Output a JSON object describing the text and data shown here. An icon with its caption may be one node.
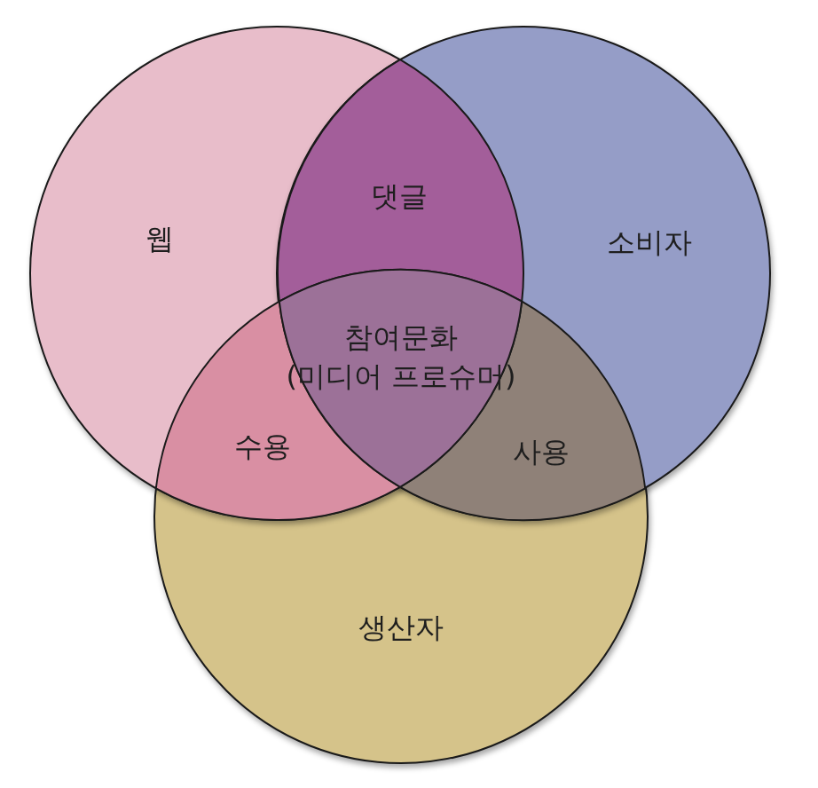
{
  "diagram": {
    "nodes": [
      {
        "text": [
          "댓글"
        ]
      },
      {
        "text": [
          "웹"
        ]
      },
      {
        "text": [
          "소비자"
        ]
      },
      {
        "text": [
          "참여문화 (미디어 프로슈머)"
        ]
      },
      {
        "text": [
          "수용"
        ]
      },
      {
        "text": [
          "사용"
        ]
      },
      {
        "text": [
          "생산자"
        ]
      }
    ]
  }
}
